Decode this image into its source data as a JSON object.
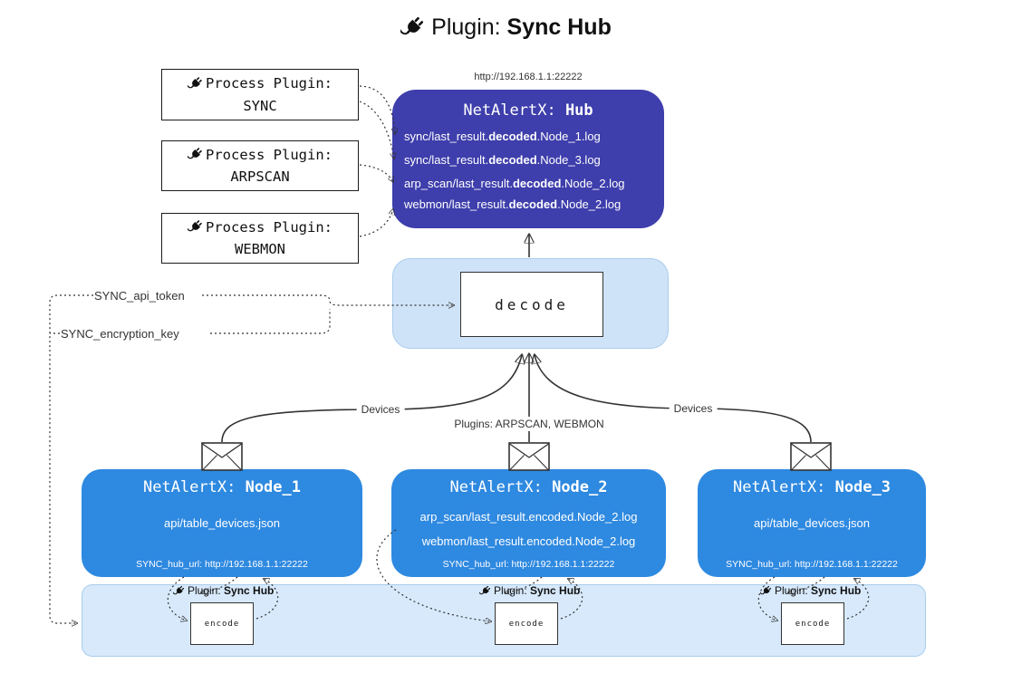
{
  "title": {
    "prefix": "Plugin: ",
    "name": "Sync Hub"
  },
  "icons": {
    "title_icon": "plug-icon",
    "process_plugin_icon": "plug-icon",
    "encode_label_icon": "plug-icon",
    "node_message_icon": "envelope-icon"
  },
  "hub": {
    "url_label": "http://192.168.1.1:22222",
    "title_prefix": "NetAlertX: ",
    "title_name": "Hub",
    "logs": [
      {
        "pre": "sync/last_result.",
        "mid": "decoded",
        "post": ".Node_1.log"
      },
      {
        "pre": "sync/last_result.",
        "mid": "decoded",
        "post": ".Node_3.log"
      },
      {
        "pre": "arp_scan/last_result.",
        "mid": "decoded",
        "post": ".Node_2.log"
      },
      {
        "pre": "webmon/last_result.",
        "mid": "decoded",
        "post": ".Node_2.log"
      }
    ]
  },
  "process_plugins": [
    {
      "label": "Process Plugin:",
      "name": "SYNC"
    },
    {
      "label": "Process Plugin:",
      "name": "ARPSCAN"
    },
    {
      "label": "Process Plugin:",
      "name": "WEBMON"
    }
  ],
  "decode_box": {
    "label": "decode"
  },
  "settings": {
    "api_token": "SYNC_api_token",
    "encryption_key": "SYNC_encryption_key"
  },
  "edge_labels": {
    "devices_left": "Devices",
    "plugins_center": "Plugins: ARPSCAN, WEBMON",
    "devices_right": "Devices"
  },
  "nodes": [
    {
      "title_prefix": "NetAlertX: ",
      "title_name": "Node_1",
      "lines": [
        "api/table_devices.json"
      ],
      "hub_url": "SYNC_hub_url: http://192.168.1.1:22222"
    },
    {
      "title_prefix": "NetAlertX: ",
      "title_name": "Node_2",
      "lines": [
        "arp_scan/last_result.encoded.Node_2.log",
        "webmon/last_result.encoded.Node_2.log"
      ],
      "hub_url": "SYNC_hub_url: http://192.168.1.1:22222"
    },
    {
      "title_prefix": "NetAlertX: ",
      "title_name": "Node_3",
      "lines": [
        "api/table_devices.json"
      ],
      "hub_url": "SYNC_hub_url: http://192.168.1.1:22222"
    }
  ],
  "encode_panel": {
    "plugin_prefix": "Plugin: ",
    "plugin_name": "Sync Hub",
    "encode_label": "encode"
  },
  "colors": {
    "hub_bg": "#3e3eac",
    "node_bg": "#2e89e0",
    "decode_bg": "#cfe3f8",
    "panel_bg": "#d7e9fb",
    "panel_border": "#a9cdec",
    "line": "#333333"
  }
}
